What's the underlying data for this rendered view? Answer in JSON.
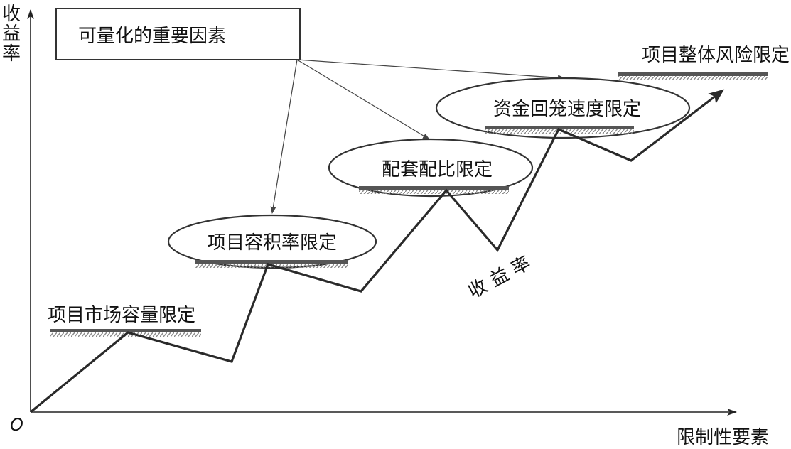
{
  "axes": {
    "y_label": "收益率",
    "x_label": "限制性要素",
    "origin": "O"
  },
  "source_box": "可量化的重要因素",
  "constraints": [
    {
      "id": "market",
      "label": "项目市场容量限定",
      "shape": "plain"
    },
    {
      "id": "far",
      "label": "项目容积率限定",
      "shape": "ellipse"
    },
    {
      "id": "ratio",
      "label": "配套配比限定",
      "shape": "ellipse"
    },
    {
      "id": "capital",
      "label": "资金回笼速度限定",
      "shape": "ellipse"
    },
    {
      "id": "risk",
      "label": "项目整体风险限定",
      "shape": "plain"
    }
  ],
  "curve_label": "收 益 率",
  "colors": {
    "line": "#2a2a2a",
    "bar": "#555555",
    "bar_hatch": "#999999",
    "arrow": "#444444"
  }
}
